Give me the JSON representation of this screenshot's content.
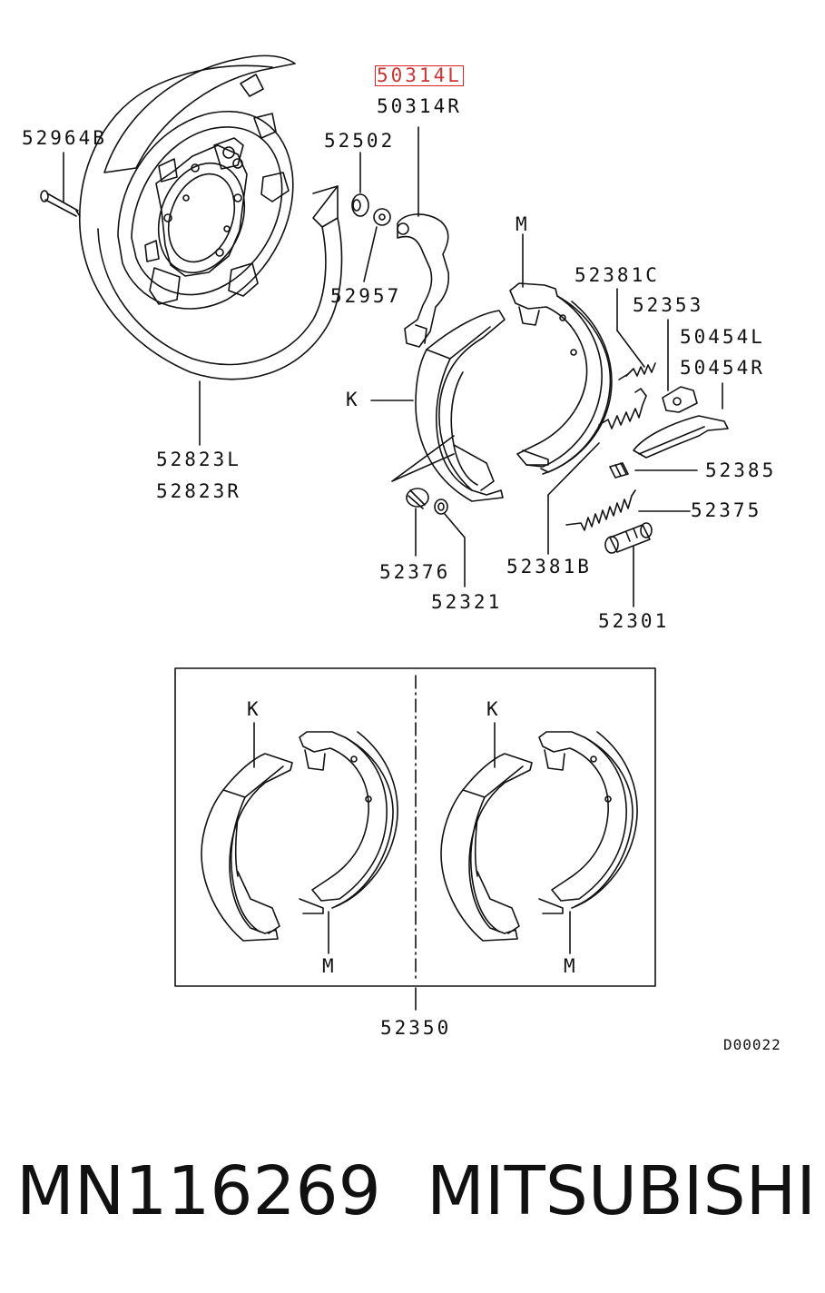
{
  "diagram": {
    "labels": {
      "p50314L": "50314L",
      "p50314R": "50314R",
      "p52964B": "52964B",
      "p52502": "52502",
      "p52957": "52957",
      "p52823L": "52823L",
      "p52823R": "52823R",
      "pM_top": "M",
      "p52381C": "52381C",
      "p52353": "52353",
      "p50454L": "50454L",
      "p50454R": "50454R",
      "pK_top": "K",
      "p52385": "52385",
      "p52375": "52375",
      "p52376": "52376",
      "p52321": "52321",
      "p52381B": "52381B",
      "p52301": "52301",
      "pK_left": "K",
      "pM_left": "M",
      "pK_right": "K",
      "pM_right": "M",
      "p52350": "52350",
      "code": "D00022"
    },
    "highlight_color": "#e02020"
  },
  "footer": {
    "part_number": "MN116269",
    "brand": "MITSUBISHI"
  }
}
